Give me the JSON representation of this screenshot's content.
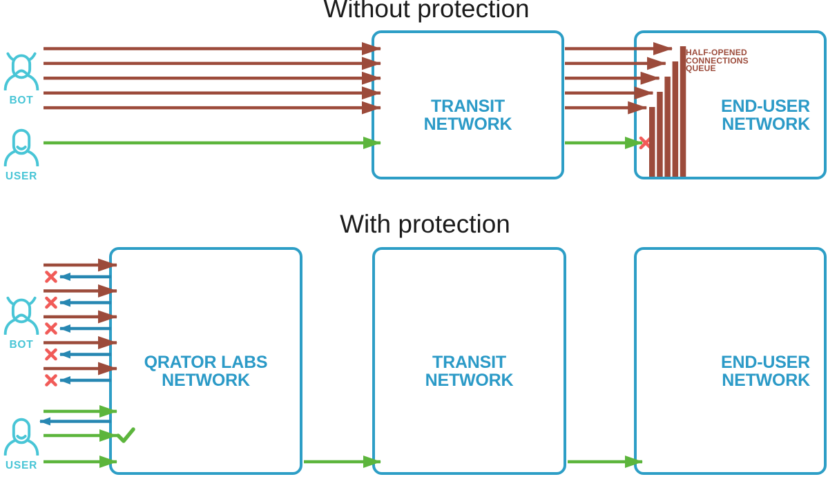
{
  "titles": {
    "without": "Without protection",
    "with": "With protection"
  },
  "actors": {
    "bot": "BOT",
    "user": "USER"
  },
  "boxes": {
    "transit": "TRANSIT\nNETWORK",
    "end_user": "END-USER\nNETWORK",
    "qrator": "QRATOR LABS\nNETWORK"
  },
  "annotations": {
    "half_open_queue": "HALF-OPENED\nCONNECTIONS\nQUEUE"
  },
  "counts": {
    "bot_attack_arrows": 5,
    "queue_bars": 5,
    "blocked_responses": 5,
    "user_request_arrows": 3
  },
  "colors": {
    "title": "#1B1B1B",
    "attack": "#9C4B3B",
    "legit": "#5CB53C",
    "response": "#2787B2",
    "network_border": "#2D9EC6",
    "network_label": "#2B9AC7",
    "blocked_x": "#F15B58",
    "allowed_check": "#5CB53C",
    "actor": "#48C5D6",
    "queue_label": "#9C4B3B"
  }
}
